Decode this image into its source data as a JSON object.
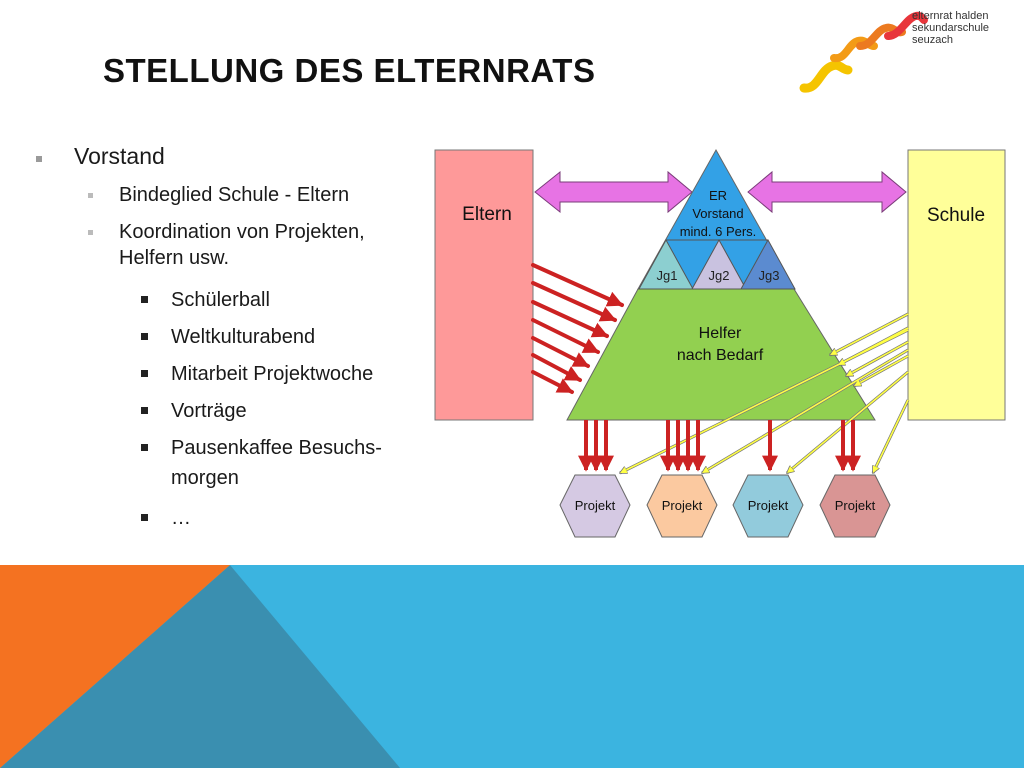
{
  "slide": {
    "title": "STELLUNG DES ELTERNRATS",
    "logo": {
      "line1": "elternrat halden",
      "line2": "sekundarschule",
      "line3": "seuzach"
    },
    "bullets": {
      "level1": "Vorstand",
      "level2": [
        "Bindeglied Schule - Eltern",
        "Koordination von Projekten,",
        "Helfern usw."
      ],
      "level3": [
        "Schülerball",
        "Weltkulturabend",
        "Mitarbeit Projektwoche",
        "Vorträge",
        "Pausenkaffee Besuchs-",
        "morgen",
        "…"
      ]
    }
  },
  "diagram": {
    "eltern": "Eltern",
    "schule": "Schule",
    "er_line1": "ER",
    "er_line2": "Vorstand",
    "er_line3": "mind. 6 Pers.",
    "jg": [
      "Jg1",
      "Jg2",
      "Jg3"
    ],
    "helfer_line1": "Helfer",
    "helfer_line2": "nach Bedarf",
    "projekte": [
      "Projekt",
      "Projekt",
      "Projekt",
      "Projekt"
    ]
  },
  "colors": {
    "eltern_fill": "#fe9999",
    "schule_fill": "#ffff99",
    "er_fill": "#33a1e6",
    "helfer_fill": "#92d050",
    "double_arrow": "#e773e4",
    "red_arrow": "#cc2222",
    "yellow_arrow": "#ffff44",
    "footer_orange": "#f47221",
    "footer_blue": "#3bb4e0",
    "footer_teal": "#3a8fb0"
  }
}
